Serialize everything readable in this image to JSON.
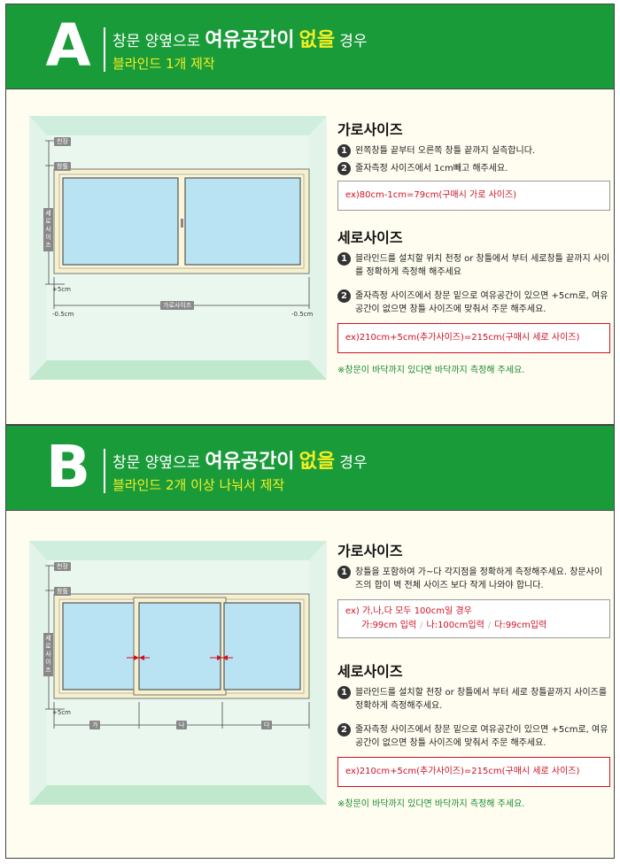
{
  "sectionA": {
    "letter": "A",
    "title_pre": "창문 양옆으로",
    "title_mid": "여유공간이",
    "title_hl": "없을",
    "title_post": "경우",
    "subtitle": "블라인드 1개 제작",
    "diagram": {
      "ceiling": "천장",
      "frame": "창틀",
      "vertical": "세로사이즈",
      "plus5": "+5cm",
      "horizontal": "가로사이즈",
      "minus_left": "-0.5cm",
      "minus_right": "-0.5cm"
    },
    "width": {
      "heading": "가로사이즈",
      "steps": [
        {
          "n": "1",
          "text": "왼쪽창틀 끝부터 오른쪽 창틀 끝까지 실측합니다."
        },
        {
          "n": "2",
          "text": "줄자측정 사이즈에서 1cm빼고 해주세요."
        }
      ],
      "example": "ex)80cm-1cm=79cm(구매시 가로 사이즈)"
    },
    "height": {
      "heading": "세로사이즈",
      "steps": [
        {
          "n": "1",
          "text": "블라인드를 설치할 위치 천정 or 창틀에서 부터 세로창틀 끝까지 사이를 정확하게 측정해 해주세요"
        },
        {
          "n": "2",
          "text": "줄자측정 사이즈에서 창문 밑으로 여유공간이 있으면 +5cm로, 여유공간이 없으면 창틀 사이즈에 맞춰서 주문 해주세요."
        }
      ],
      "example": "ex)210cm+5cm(추가사이즈)=215cm(구매시 세로 사이즈)"
    },
    "note": "※창문이 바닥까지 있다면 바닥까지 측정해 주세요."
  },
  "sectionB": {
    "letter": "B",
    "title_pre": "창문 양옆으로",
    "title_mid": "여유공간이",
    "title_hl": "없을",
    "title_post": "경우",
    "subtitle": "블라인드 2개 이상 나눠서 제작",
    "diagram": {
      "ceiling": "천장",
      "frame": "창틀",
      "vertical": "세로사이즈",
      "plus5": "+5cm",
      "seg1": "가",
      "seg2": "나",
      "seg3": "다"
    },
    "width": {
      "heading": "가로사이즈",
      "steps": [
        {
          "n": "1",
          "text": "창틀을 포함하여 가~다 각지점을 정확하게 측정해주세요. 창문사이즈의 합이 벽 전체 사이즈 보다 작게 나와야 합니다."
        }
      ],
      "example_line1": "ex) 가,나,다 모두 100cm일 경우",
      "example_parts": [
        "가:99cm 입력",
        "나:100cm입력",
        "다:99cm입력"
      ],
      "separator": "/"
    },
    "height": {
      "heading": "세로사이즈",
      "steps": [
        {
          "n": "1",
          "text": "블라인드를 설치할 천장 or 창틀에서 부터 세로 창틀끝까지 사이즈를 정확하게 측정해주세요."
        },
        {
          "n": "2",
          "text": "줄자측정 사이즈에서 창문 밑으로 여유공간이 있으면 +5cm로, 여유공간이 없으면 창틀 사이즈에 맞춰서 주문 해주세요."
        }
      ],
      "example": "ex)210cm+5cm(추가사이즈)=215cm(구매시 세로 사이즈)"
    },
    "note": "※창문이 바닥까지 있다면 바닥까지 측정해 주세요."
  },
  "colors": {
    "green": "#1a9b3a",
    "yellow": "#f4ef22",
    "red": "#d01020",
    "note_green": "#1a8a30"
  }
}
